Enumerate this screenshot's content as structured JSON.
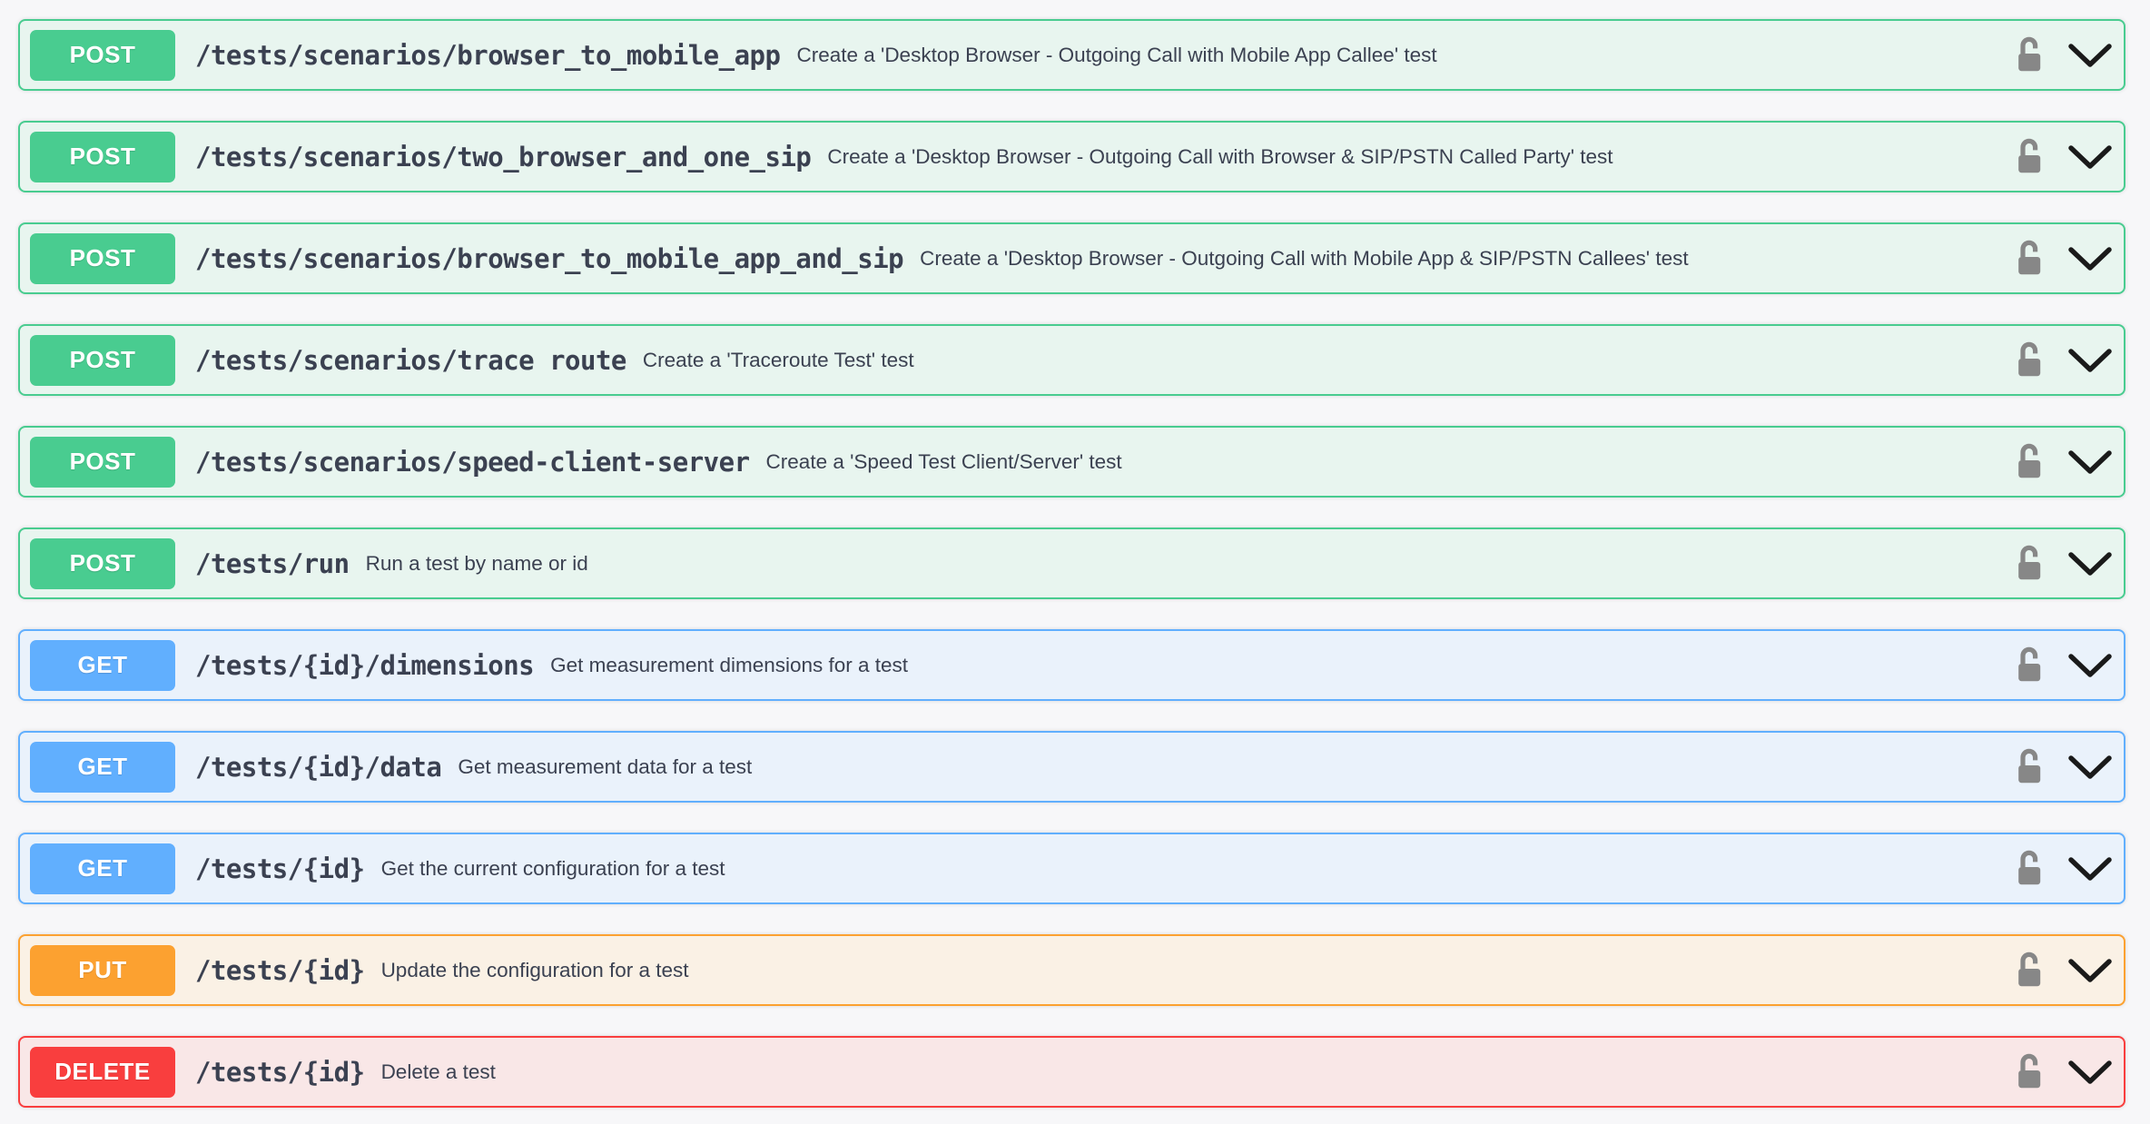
{
  "page": {
    "background_color": "#f7f7f9",
    "text_color": "#3b4151"
  },
  "icons": {
    "lock": {
      "name": "lock-open-icon",
      "color": "#878787"
    },
    "chevron": {
      "name": "chevron-down-icon",
      "color": "#1a1a1a"
    }
  },
  "methods": {
    "post": {
      "label": "POST",
      "badge_color": "#49cc90",
      "border_color": "#49cc90",
      "row_bg_color": "#e8f5ef"
    },
    "get": {
      "label": "GET",
      "badge_color": "#61affe",
      "border_color": "#61affe",
      "row_bg_color": "#eaf2fb"
    },
    "put": {
      "label": "PUT",
      "badge_color": "#fca130",
      "border_color": "#fca130",
      "row_bg_color": "#faf1e5"
    },
    "delete": {
      "label": "DELETE",
      "badge_color": "#f93e3e",
      "border_color": "#f93e3e",
      "row_bg_color": "#f9e7e7"
    }
  },
  "endpoints": [
    {
      "method": "post",
      "path": "/tests/scenarios/browser_to_mobile_app",
      "description": "Create a 'Desktop Browser - Outgoing Call with Mobile App Callee' test"
    },
    {
      "method": "post",
      "path": "/tests/scenarios/two_browser_and_one_sip",
      "description": "Create a 'Desktop Browser - Outgoing Call with Browser & SIP/PSTN Called Party' test"
    },
    {
      "method": "post",
      "path": "/tests/scenarios/browser_to_mobile_app_and_sip",
      "description": "Create a 'Desktop Browser - Outgoing Call with Mobile App & SIP/PSTN Callees' test"
    },
    {
      "method": "post",
      "path": "/tests/scenarios/trace route",
      "description": "Create a 'Traceroute Test' test"
    },
    {
      "method": "post",
      "path": "/tests/scenarios/speed-client-server",
      "description": "Create a 'Speed Test Client/Server' test"
    },
    {
      "method": "post",
      "path": "/tests/run",
      "description": "Run a test by name or id"
    },
    {
      "method": "get",
      "path": "/tests/{id}/dimensions",
      "description": "Get measurement dimensions for a test"
    },
    {
      "method": "get",
      "path": "/tests/{id}/data",
      "description": "Get measurement data for a test"
    },
    {
      "method": "get",
      "path": "/tests/{id}",
      "description": "Get the current configuration for a test"
    },
    {
      "method": "put",
      "path": "/tests/{id}",
      "description": "Update the configuration for a test"
    },
    {
      "method": "delete",
      "path": "/tests/{id}",
      "description": "Delete a test"
    }
  ]
}
